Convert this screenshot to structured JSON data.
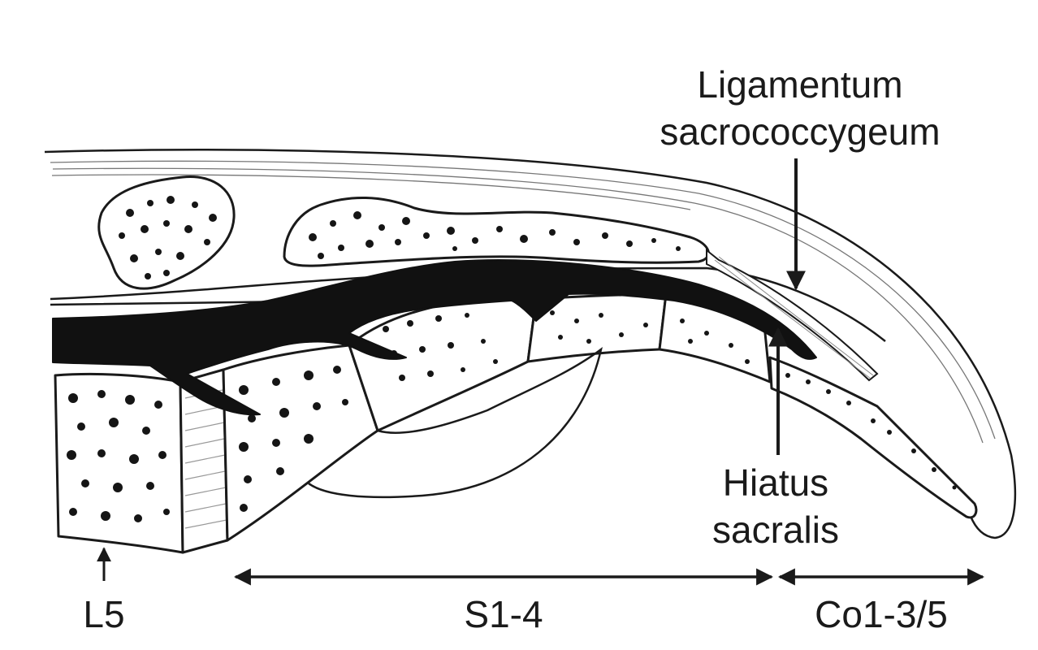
{
  "labels": {
    "ligament_line1": "Ligamentum",
    "ligament_line2": "sacrococcygeum",
    "hiatus_line1": "Hiatus",
    "hiatus_line2": "sacralis",
    "l5": "L5",
    "sacrum": "S1-4",
    "coccyx": "Co1-3/5"
  }
}
